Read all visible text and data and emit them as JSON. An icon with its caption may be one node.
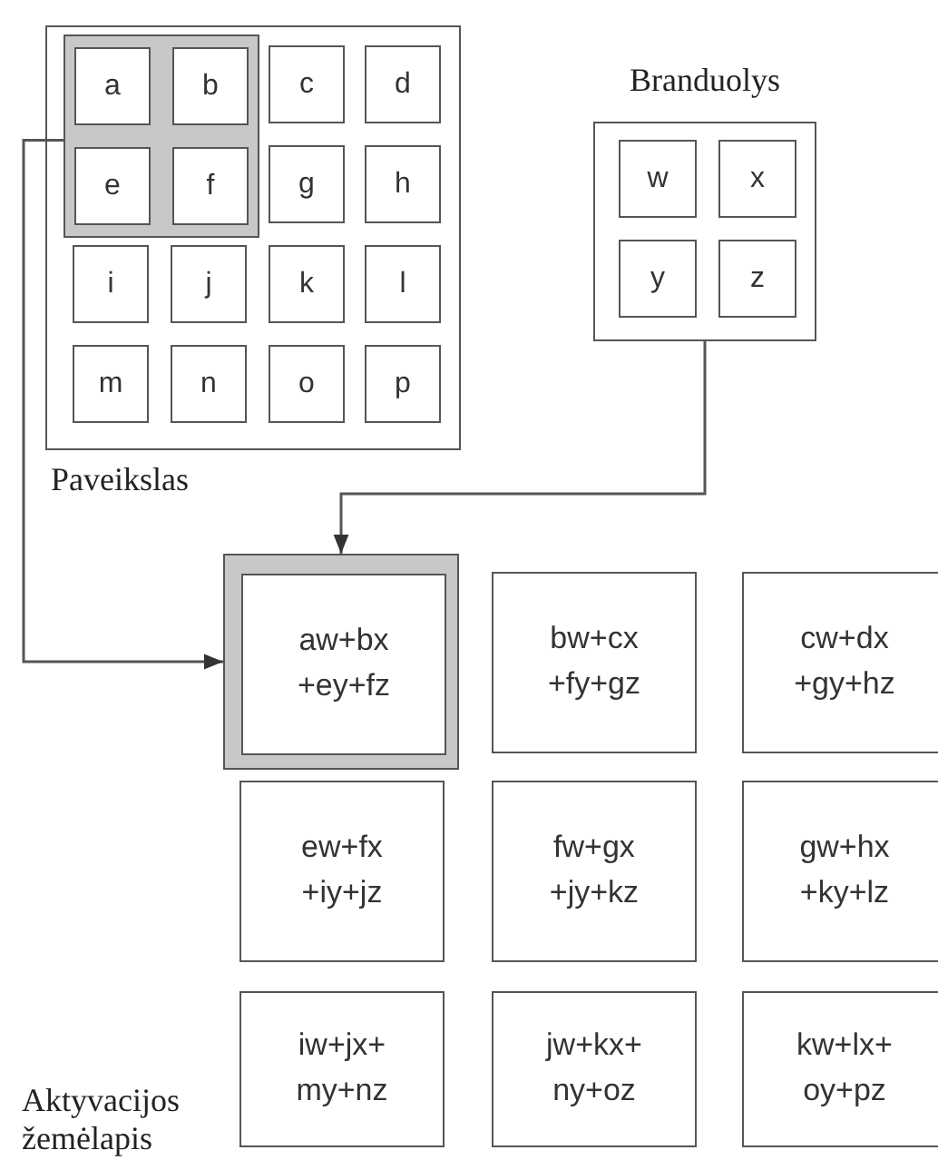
{
  "diagram": {
    "nodes": [
      {
        "text": [
          "Paveikslas"
        ]
      },
      {
        "text": [],
        "shape": "box",
        "in": 0
      },
      {
        "text": [
          "a"
        ],
        "in": 1
      },
      {
        "text": [
          "b"
        ],
        "in": 1
      },
      {
        "text": [
          "c"
        ],
        "in": 0
      },
      {
        "text": [
          "d"
        ],
        "in": 0
      },
      {
        "text": [
          "e"
        ],
        "in": 1
      },
      {
        "text": [
          "f"
        ],
        "in": 1
      },
      {
        "text": [
          "g"
        ],
        "in": 0
      },
      {
        "text": [
          "h"
        ],
        "in": 0
      },
      {
        "text": [
          "i"
        ],
        "in": 0
      },
      {
        "text": [
          "j"
        ],
        "in": 0
      },
      {
        "text": [
          "k"
        ],
        "in": 0
      },
      {
        "text": [
          "l"
        ],
        "in": 0
      },
      {
        "text": [
          "m"
        ],
        "in": 0
      },
      {
        "text": [
          "n"
        ],
        "in": 0
      },
      {
        "text": [
          "o"
        ],
        "in": 0
      },
      {
        "text": [
          "p"
        ],
        "in": 0
      },
      {
        "text": [
          "Branduolys"
        ]
      },
      {
        "text": [
          "w"
        ],
        "in": 18
      },
      {
        "text": [
          "x"
        ],
        "in": 18
      },
      {
        "text": [
          "y"
        ],
        "in": 18
      },
      {
        "text": [
          "z"
        ],
        "in": 18
      },
      {
        "text": [],
        "shape": "box"
      },
      {
        "text": [
          "aw+bx +ey+fz"
        ],
        "in": 23
      },
      {
        "text": [
          "bw+cx +fy+gz"
        ]
      },
      {
        "text": [
          "cw+dx +gy+hz"
        ]
      },
      {
        "text": [
          "ew+fx +iy+jz"
        ]
      },
      {
        "text": [
          "fw+gx +jy+kz"
        ]
      },
      {
        "text": [
          "gw+hx +ky+lz"
        ]
      },
      {
        "text": [
          "iw+jx+ my+nz"
        ]
      },
      {
        "text": [
          "jw+kx+ ny+oz"
        ]
      },
      {
        "text": [
          "kw+lx+ oy+pz"
        ]
      }
    ],
    "edges": [
      {
        "from": 1,
        "to": 23,
        "arrow": "to"
      },
      {
        "from": 18,
        "to": 23,
        "arrow": "to"
      }
    ],
    "labels": [
      "Aktyvacijos žemėlapis"
    ]
  }
}
